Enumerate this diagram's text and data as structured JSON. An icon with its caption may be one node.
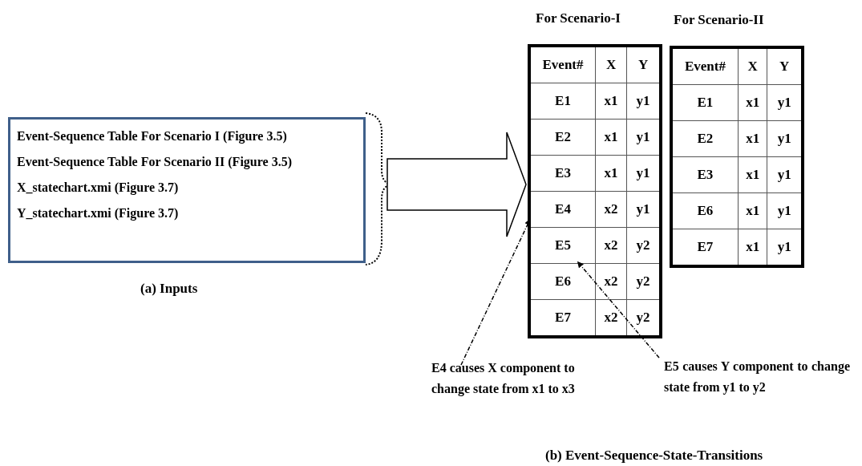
{
  "diagram": {
    "nodes": [
      {
        "text": [
          "Event-Sequence Table For Scenario I (Figure 3.5)",
          "Event-Sequence Table For Scenario II (Figure 3.5)",
          "X_statechart.xmi (Figure 3.7)",
          "Y_statechart.xmi (Figure 3.7)"
        ]
      },
      {
        "text": [
          "For Scenario-I"
        ]
      },
      {
        "text": [
          "For Scenario-II"
        ]
      },
      {
        "text": [
          "E4 causes X component to change state from x1 to x3"
        ]
      },
      {
        "text": [
          "E5 causes Y component to change state from y1 to y2"
        ]
      },
      {
        "text": [
          "E4"
        ],
        "in": 1
      },
      {
        "text": [
          "E5"
        ],
        "in": 1
      }
    ],
    "edges": [
      {
        "from": 0,
        "to": 1,
        "arrow": "to",
        "style": "thick"
      },
      {
        "from": 3,
        "to": 5,
        "arrow": "to",
        "style": "dashed"
      },
      {
        "from": 4,
        "to": 6,
        "arrow": "to",
        "style": "dashed"
      }
    ],
    "labels": [
      "Event#",
      "X",
      "Y",
      "E1",
      "x1",
      "y1",
      "E2",
      "x1",
      "y1",
      "E3",
      "x1",
      "y1",
      "x2",
      "y1",
      "x2",
      "y2",
      "E6",
      "x2",
      "y2",
      "E7",
      "x2",
      "y2",
      "Event#",
      "X",
      "Y",
      "E1",
      "x1",
      "y1",
      "E2",
      "x1",
      "y1",
      "E3",
      "x1",
      "y1",
      "E6",
      "x1",
      "y1",
      "E7",
      "x1",
      "y1",
      "(a) Inputs",
      "(b) Event-Sequence-State-Transitions"
    ]
  }
}
